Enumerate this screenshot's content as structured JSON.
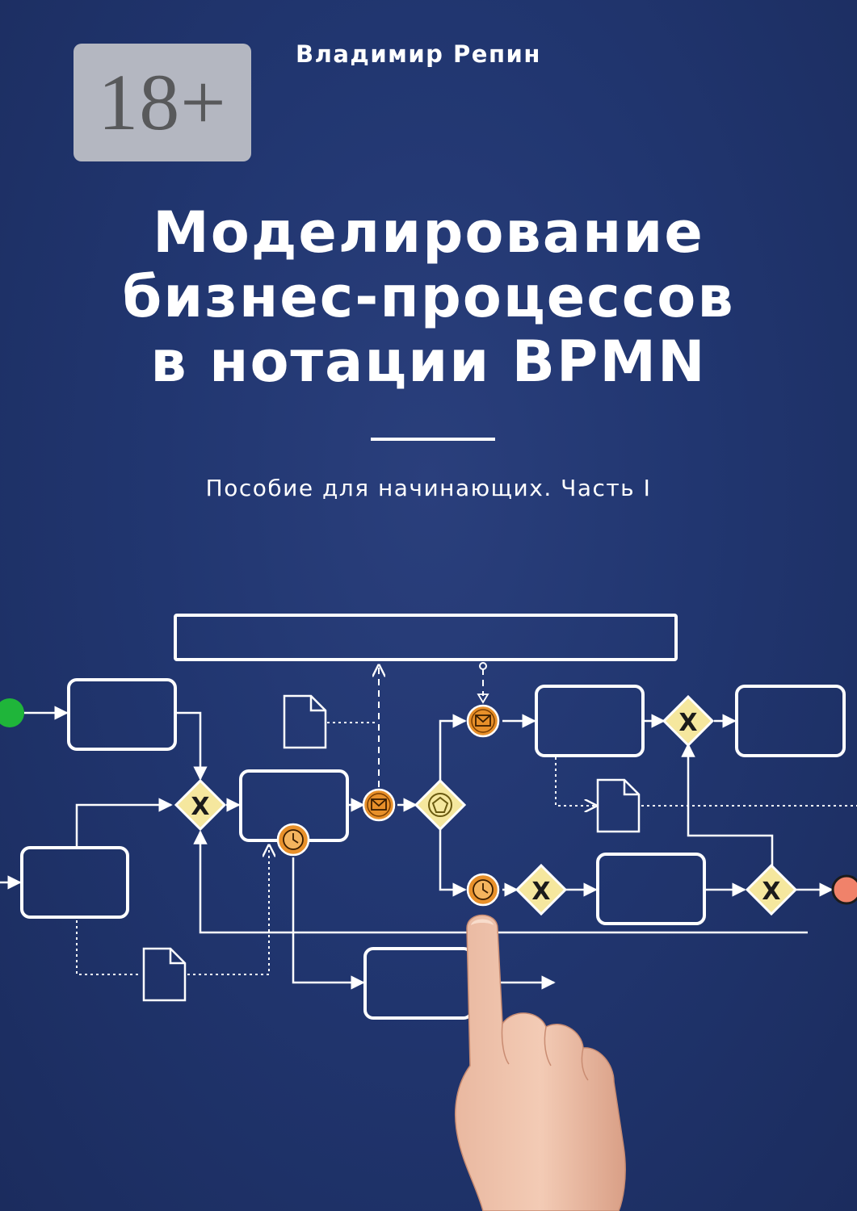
{
  "badge": {
    "age_rating": "18+"
  },
  "author": "Владимир Репин",
  "title_lines": [
    "Моделирование",
    "бизнес-процессов",
    "в нотации BPMN"
  ],
  "subtitle": "Пособие для начинающих. Часть I",
  "gateway_label": "X",
  "colors": {
    "background": "#213670",
    "badge": "#b4b7c1",
    "badge_text": "#58595b",
    "start_event": "#1fb53a",
    "end_event": "#f0826a",
    "intermediate_event": "#e8902a",
    "gateway": "#f5e79e"
  },
  "icons": {
    "gateway": "x-gateway-icon",
    "message": "envelope-icon",
    "timer": "clock-icon",
    "document": "document-icon",
    "hand": "pointing-finger-icon"
  }
}
